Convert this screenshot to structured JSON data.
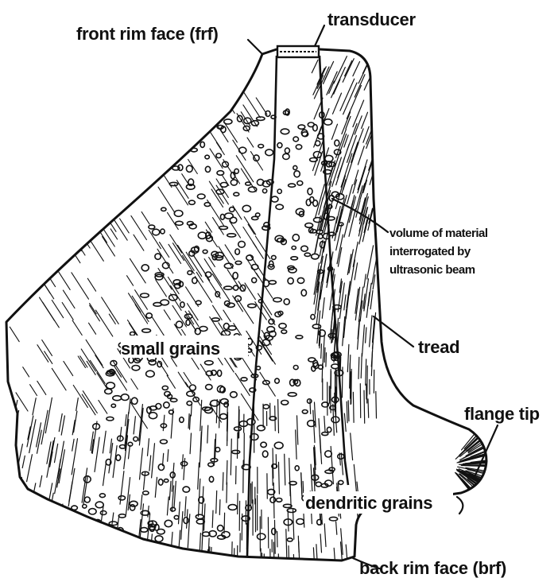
{
  "labels": {
    "front_rim_face": "front rim face (frf)",
    "transducer": "transducer",
    "volume_line1": "volume of material",
    "volume_line2": "interrogated by",
    "volume_line3": "ultrasonic beam",
    "tread": "tread",
    "small_grains": "small grains",
    "flange_tip": "flange tip",
    "dendritic_grains": "dendritic grains",
    "back_rim_face": "back rim face (brf)"
  }
}
